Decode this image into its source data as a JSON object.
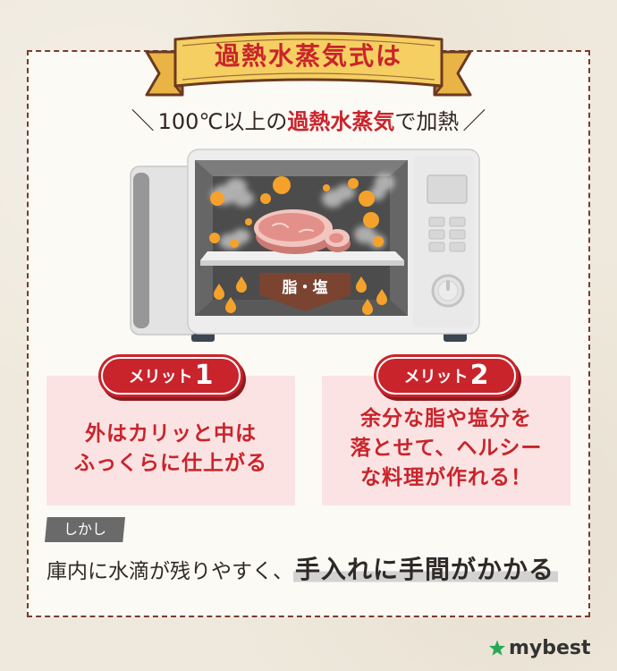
{
  "banner": {
    "title": "過熱水蒸気式は"
  },
  "subheading": {
    "deco_left": "＼",
    "prefix": "100℃以上の",
    "emphasis": "過熱水蒸気",
    "suffix": "で加熱",
    "deco_right": "／"
  },
  "illustration": {
    "arrow_label": "脂・塩"
  },
  "merits": [
    {
      "badge_label": "メリット",
      "badge_number": "1",
      "lines": [
        "外はカリッと中は",
        "ふっくらに仕上がる"
      ]
    },
    {
      "badge_label": "メリット",
      "badge_number": "2",
      "lines": [
        "余分な脂や塩分を",
        "落とせて、ヘルシー",
        "な料理が作れる！"
      ]
    }
  ],
  "caveat": {
    "tag": "しかし",
    "text": "庫内に水滴が残りやすく、",
    "emphasis": "手入れに手間がかかる"
  },
  "logo": {
    "icon": "star-icon",
    "text": "mybest"
  },
  "colors": {
    "accent_red": "#c9242b",
    "banner_gold": "#f6cf62",
    "outline_brown": "#6b3a20",
    "merit_box_pink": "#fbe3e3",
    "logo_green": "#28a957",
    "caveat_tag_gray": "#6a6a6a"
  }
}
